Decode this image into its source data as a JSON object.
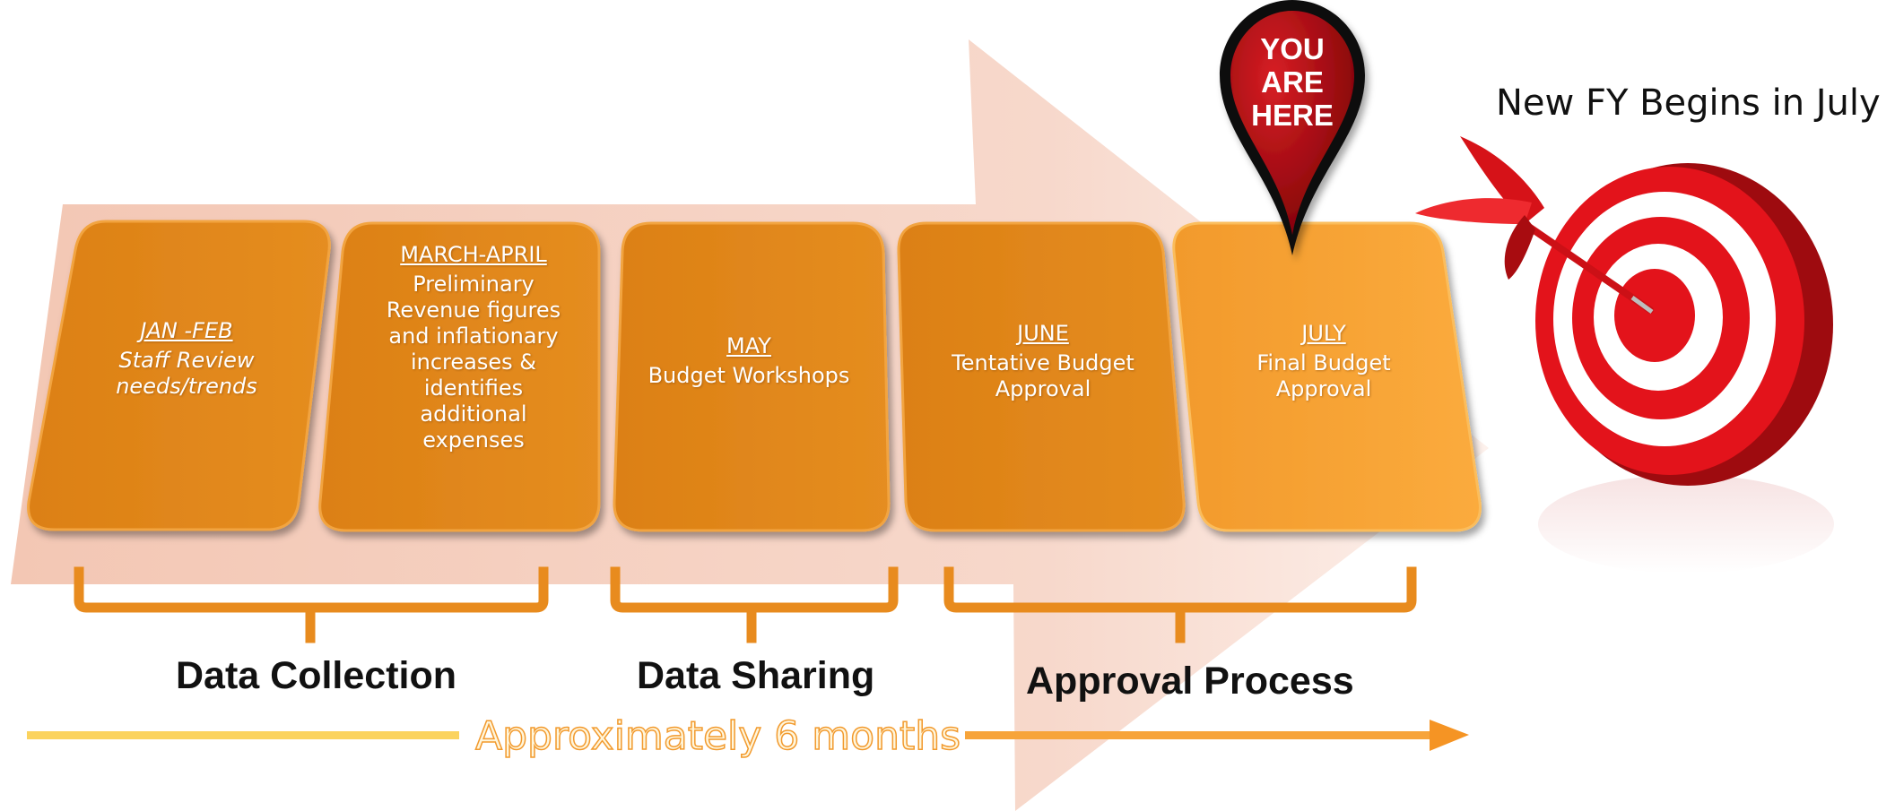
{
  "stages": [
    {
      "title": "JAN -FEB",
      "description": "Staff Review\nneeds/trends",
      "italic": true
    },
    {
      "title": "MARCH-APRIL",
      "description": "Preliminary\nRevenue figures\nand inflationary\nincreases &\nidentifies\nadditional\nexpenses",
      "italic": false
    },
    {
      "title": "MAY",
      "description": "Budget Workshops",
      "italic": false
    },
    {
      "title": "JUNE",
      "description": "Tentative Budget\nApproval",
      "italic": false
    },
    {
      "title": "JULY",
      "description": "Final Budget\nApproval",
      "italic": false
    }
  ],
  "phases": [
    {
      "label": "Data Collection"
    },
    {
      "label": "Data Sharing"
    },
    {
      "label": "Approval Process"
    }
  ],
  "marker": {
    "text": "YOU\nARE\nHERE",
    "stage": "JULY",
    "icon": "map-pin-icon",
    "color": "#b3000a"
  },
  "goal": {
    "label": "New FY Begins in July",
    "icon": "dartboard-target-icon"
  },
  "duration": {
    "label": "Approximately 6 months"
  },
  "colors": {
    "card": "#df861c",
    "card_light": "#f7a437",
    "arrow": "#f6d2c4",
    "bracket": "#e88b1e",
    "target_red": "#e3131b"
  }
}
